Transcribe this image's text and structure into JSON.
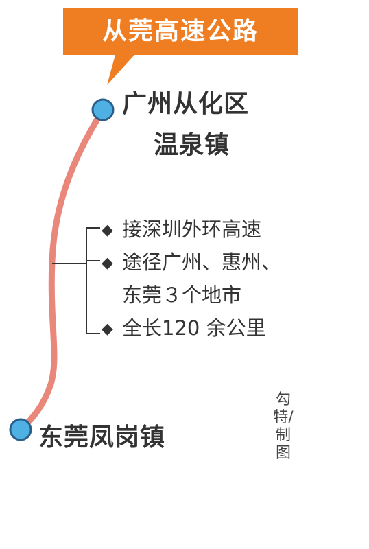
{
  "title": "从莞高速公路",
  "route": {
    "start_line1": "广州从化区",
    "start_line2": "温泉镇",
    "end": "东莞凤岗镇"
  },
  "facts": {
    "connect": "接深圳外环高速",
    "via_line1": "途径广州、惠州、",
    "via_line2": "东莞３个地市",
    "length": "全长120 余公里"
  },
  "bullet": "◆",
  "credit": "勾特/制图",
  "colors": {
    "title_bg": "#ef7d22",
    "route_line": "#e9877a",
    "node_fill": "#4fb1e3",
    "node_stroke": "#2b5f8a",
    "bracket": "#333333"
  }
}
